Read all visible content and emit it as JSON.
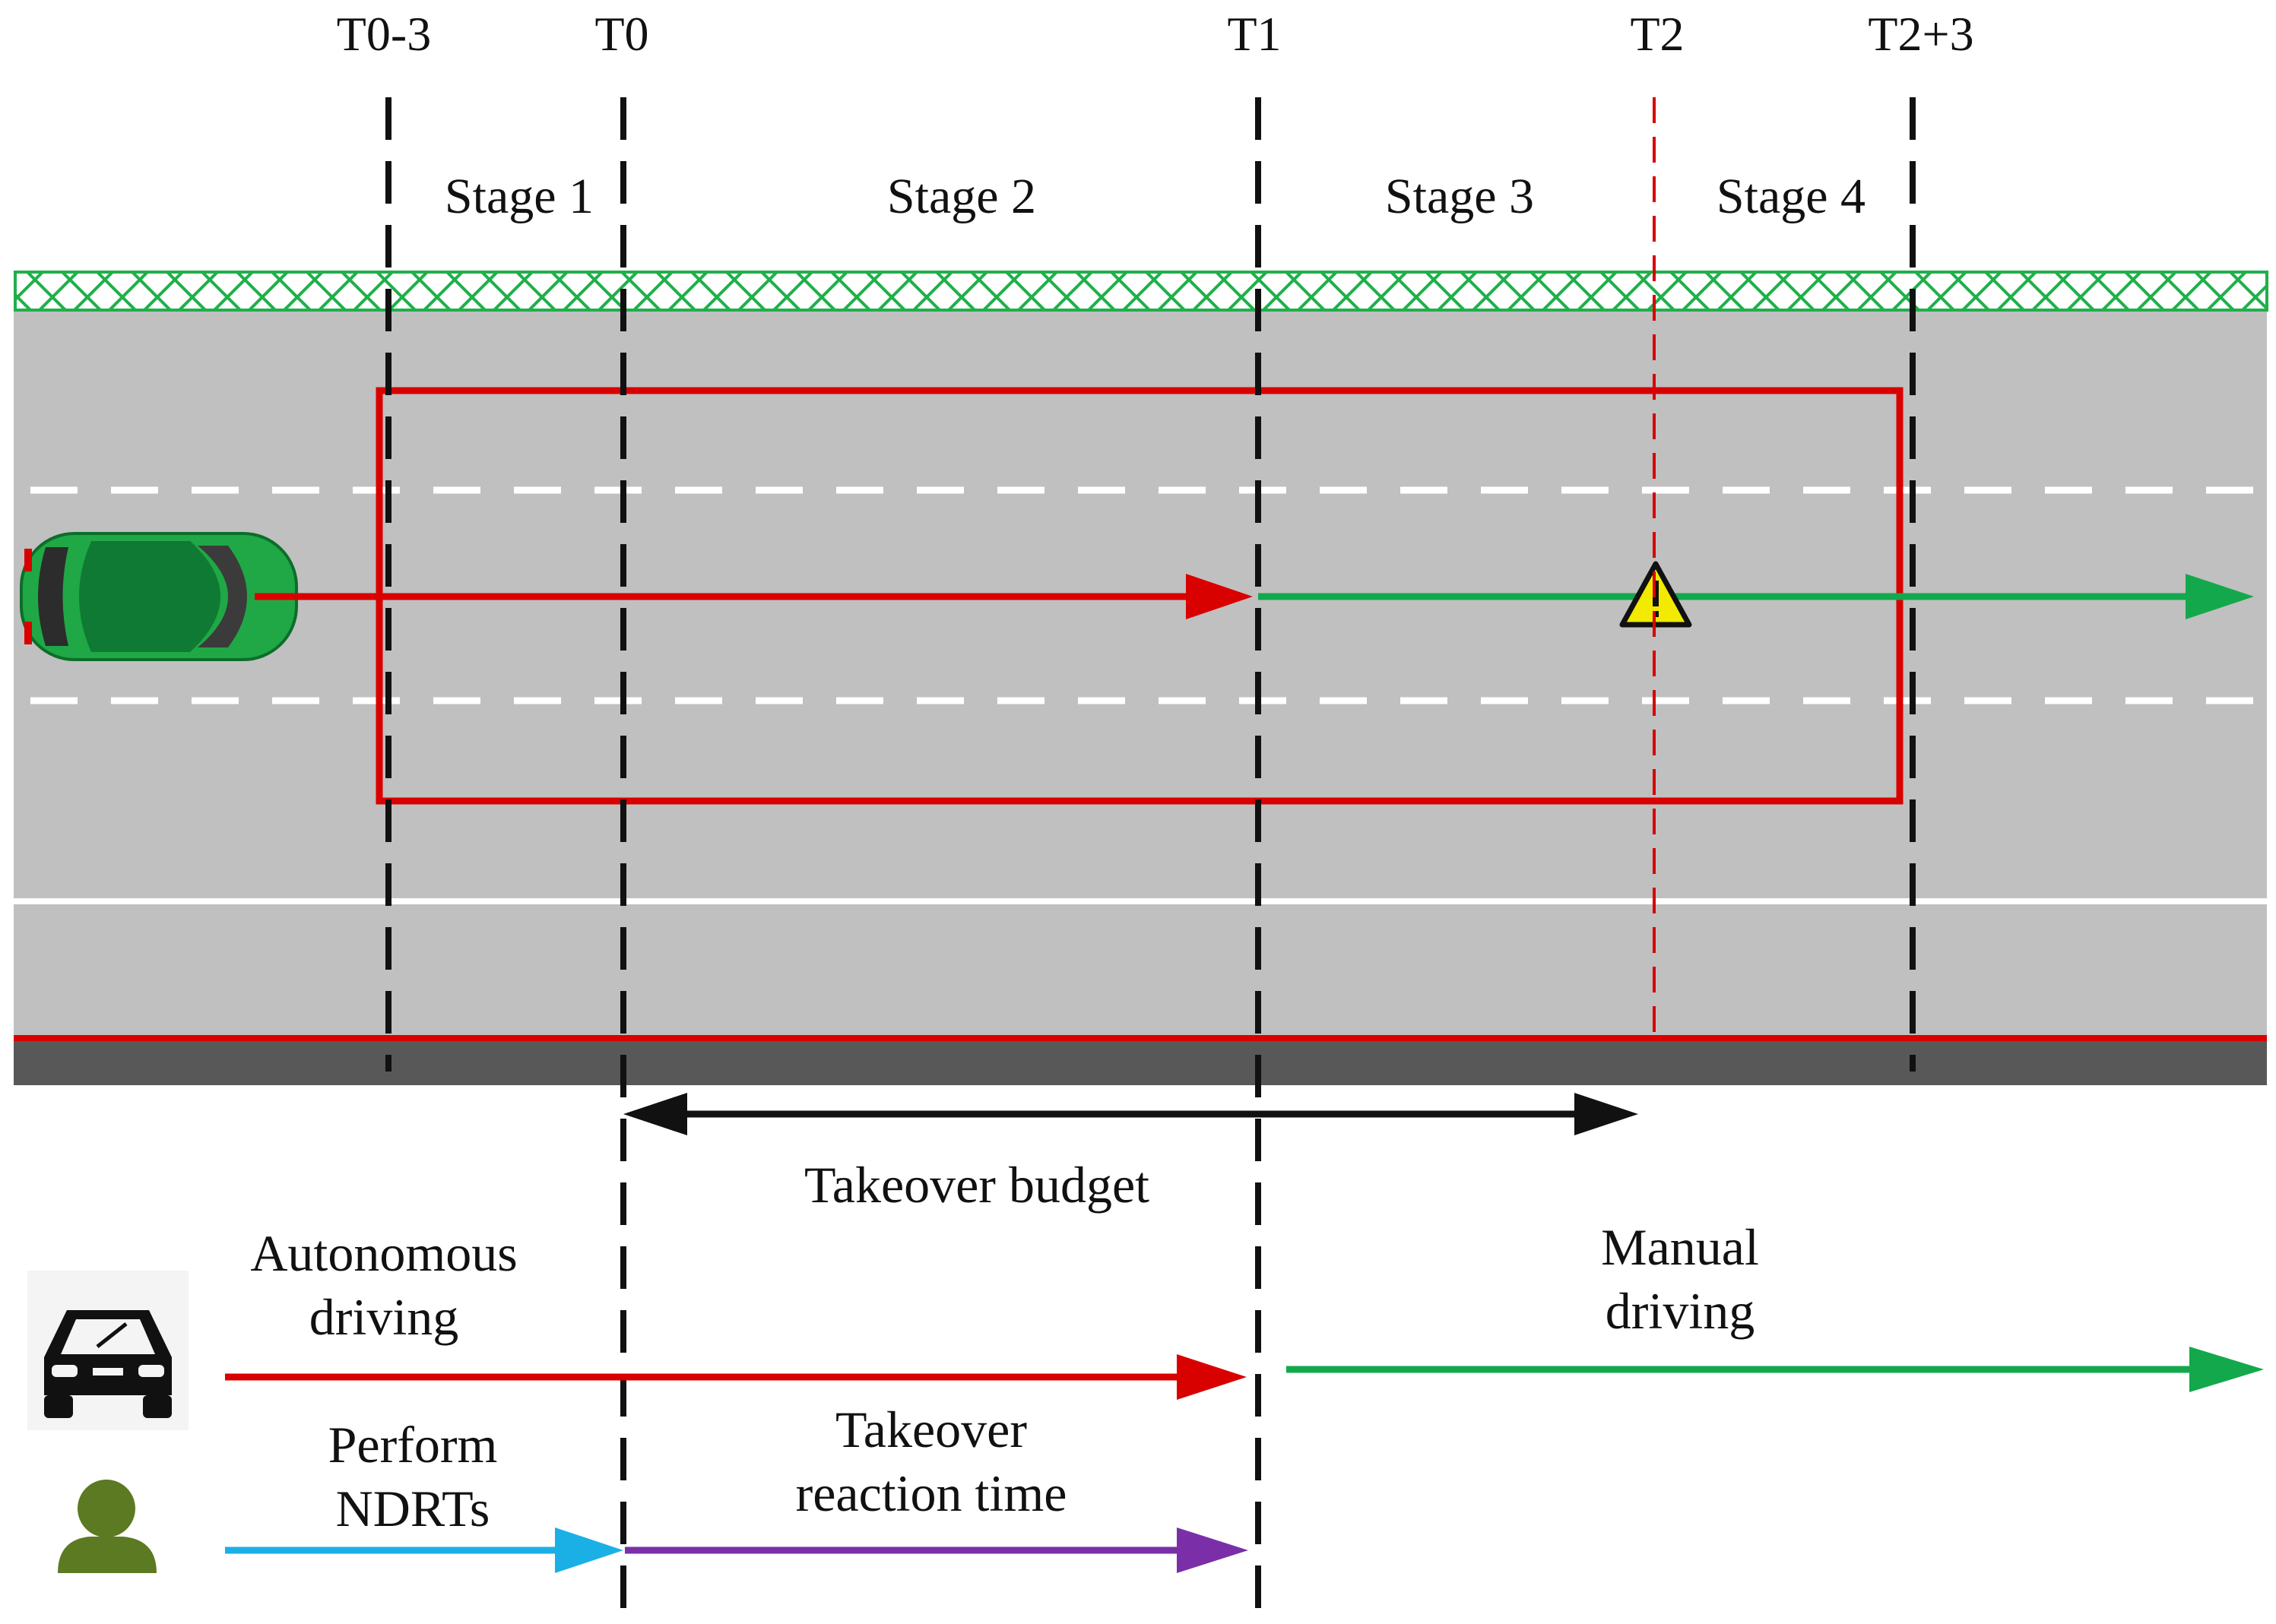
{
  "time_markers": [
    {
      "id": "t0-3",
      "label": "T0-3"
    },
    {
      "id": "t0",
      "label": "T0"
    },
    {
      "id": "t1",
      "label": "T1"
    },
    {
      "id": "t2",
      "label": "T2"
    },
    {
      "id": "t2+3",
      "label": "T2+3"
    }
  ],
  "stages": [
    {
      "label": "Stage 1"
    },
    {
      "label": "Stage 2"
    },
    {
      "label": "Stage 3"
    },
    {
      "label": "Stage 4"
    }
  ],
  "takeover_budget": {
    "label": "Takeover budget"
  },
  "legend": {
    "autonomous": {
      "line1": "Autonomous",
      "line2": "driving"
    },
    "manual": {
      "line1": "Manual",
      "line2": "driving"
    },
    "perform": {
      "line1": "Perform",
      "line2": "NDRTs"
    },
    "reaction": {
      "line1": "Takeover",
      "line2": "reaction time"
    }
  },
  "colors": {
    "road": "#c0c0c0",
    "road_edge": "#585858",
    "hedge": "#1fb04a",
    "autonomous_arrow": "#d90000",
    "manual_arrow": "#13a84c",
    "ndrt_arrow": "#1ab0e6",
    "reaction_arrow": "#7a2fa8",
    "warning": "#f2ea00",
    "car": "#1fa845"
  },
  "icons": [
    "car-icon",
    "warning-icon",
    "car-front-icon",
    "person-icon"
  ]
}
